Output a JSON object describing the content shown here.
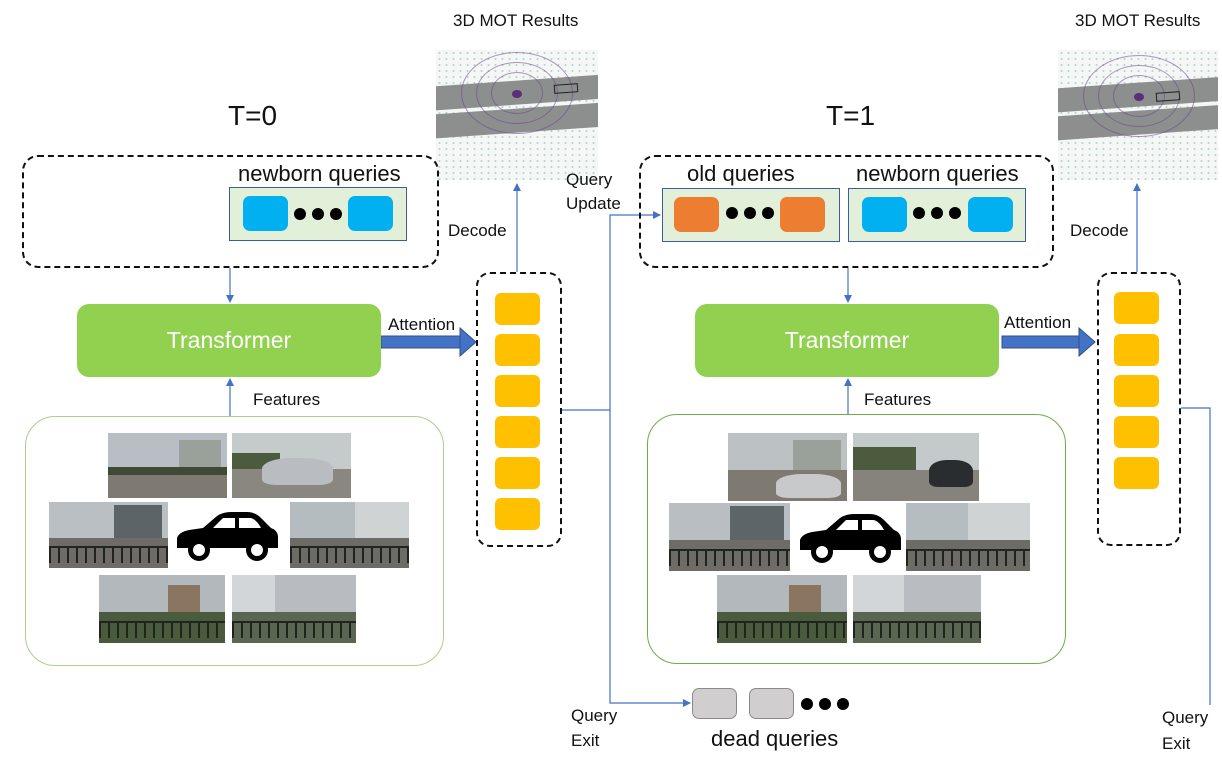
{
  "left": {
    "time_label": "T=0",
    "results_title": "3D MOT Results",
    "newborn_label": "newborn queries",
    "decode_label": "Decode",
    "transformer_label": "Transformer",
    "attention_label": "Attention",
    "features_label": "Features"
  },
  "right": {
    "time_label": "T=1",
    "results_title": "3D MOT Results",
    "old_label": "old queries",
    "newborn_label": "newborn queries",
    "decode_label": "Decode",
    "transformer_label": "Transformer",
    "attention_label": "Attention",
    "features_label": "Features",
    "query_exit_line1": "Query",
    "query_exit_line2": "Exit"
  },
  "middle": {
    "query_update_line1": "Query",
    "query_update_line2": "Update",
    "query_exit_line1": "Query",
    "query_exit_line2": "Exit",
    "dead_label": "dead queries"
  },
  "colors": {
    "newborn_query": "#00b0f0",
    "old_query": "#ed7d31",
    "decoded_query": "#ffc000",
    "dead_query": "#d0cece",
    "transformer": "#92d050",
    "query_panel": "#e2f0d9",
    "arrow": "#4472c4"
  },
  "icons": {
    "car": "car-icon",
    "lidar": "lidar-bev-view"
  }
}
